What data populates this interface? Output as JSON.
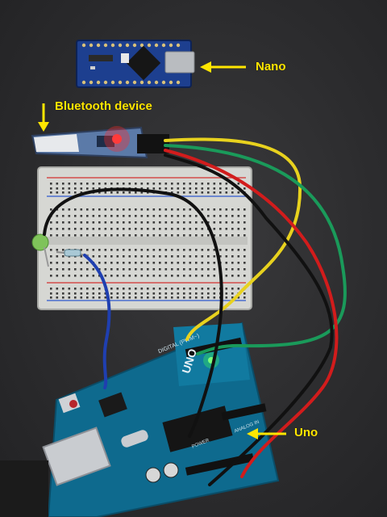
{
  "annotations": {
    "nano": "Nano",
    "bluetooth": "Bluetooth device",
    "uno": "Uno"
  },
  "board_text": {
    "uno_logo": "UNO",
    "digital": "DIGITAL (PWM~)",
    "power": "POWER",
    "analog": "ANALOG IN"
  },
  "colors": {
    "annotation": "#ffe600",
    "wire_yellow": "#e8d21e",
    "wire_green": "#1a9a5a",
    "wire_red": "#d21c1c",
    "wire_black": "#111111",
    "wire_blue": "#1f3fb0",
    "uno_board": "#0e6a8e",
    "nano_board": "#1d3f8f"
  }
}
